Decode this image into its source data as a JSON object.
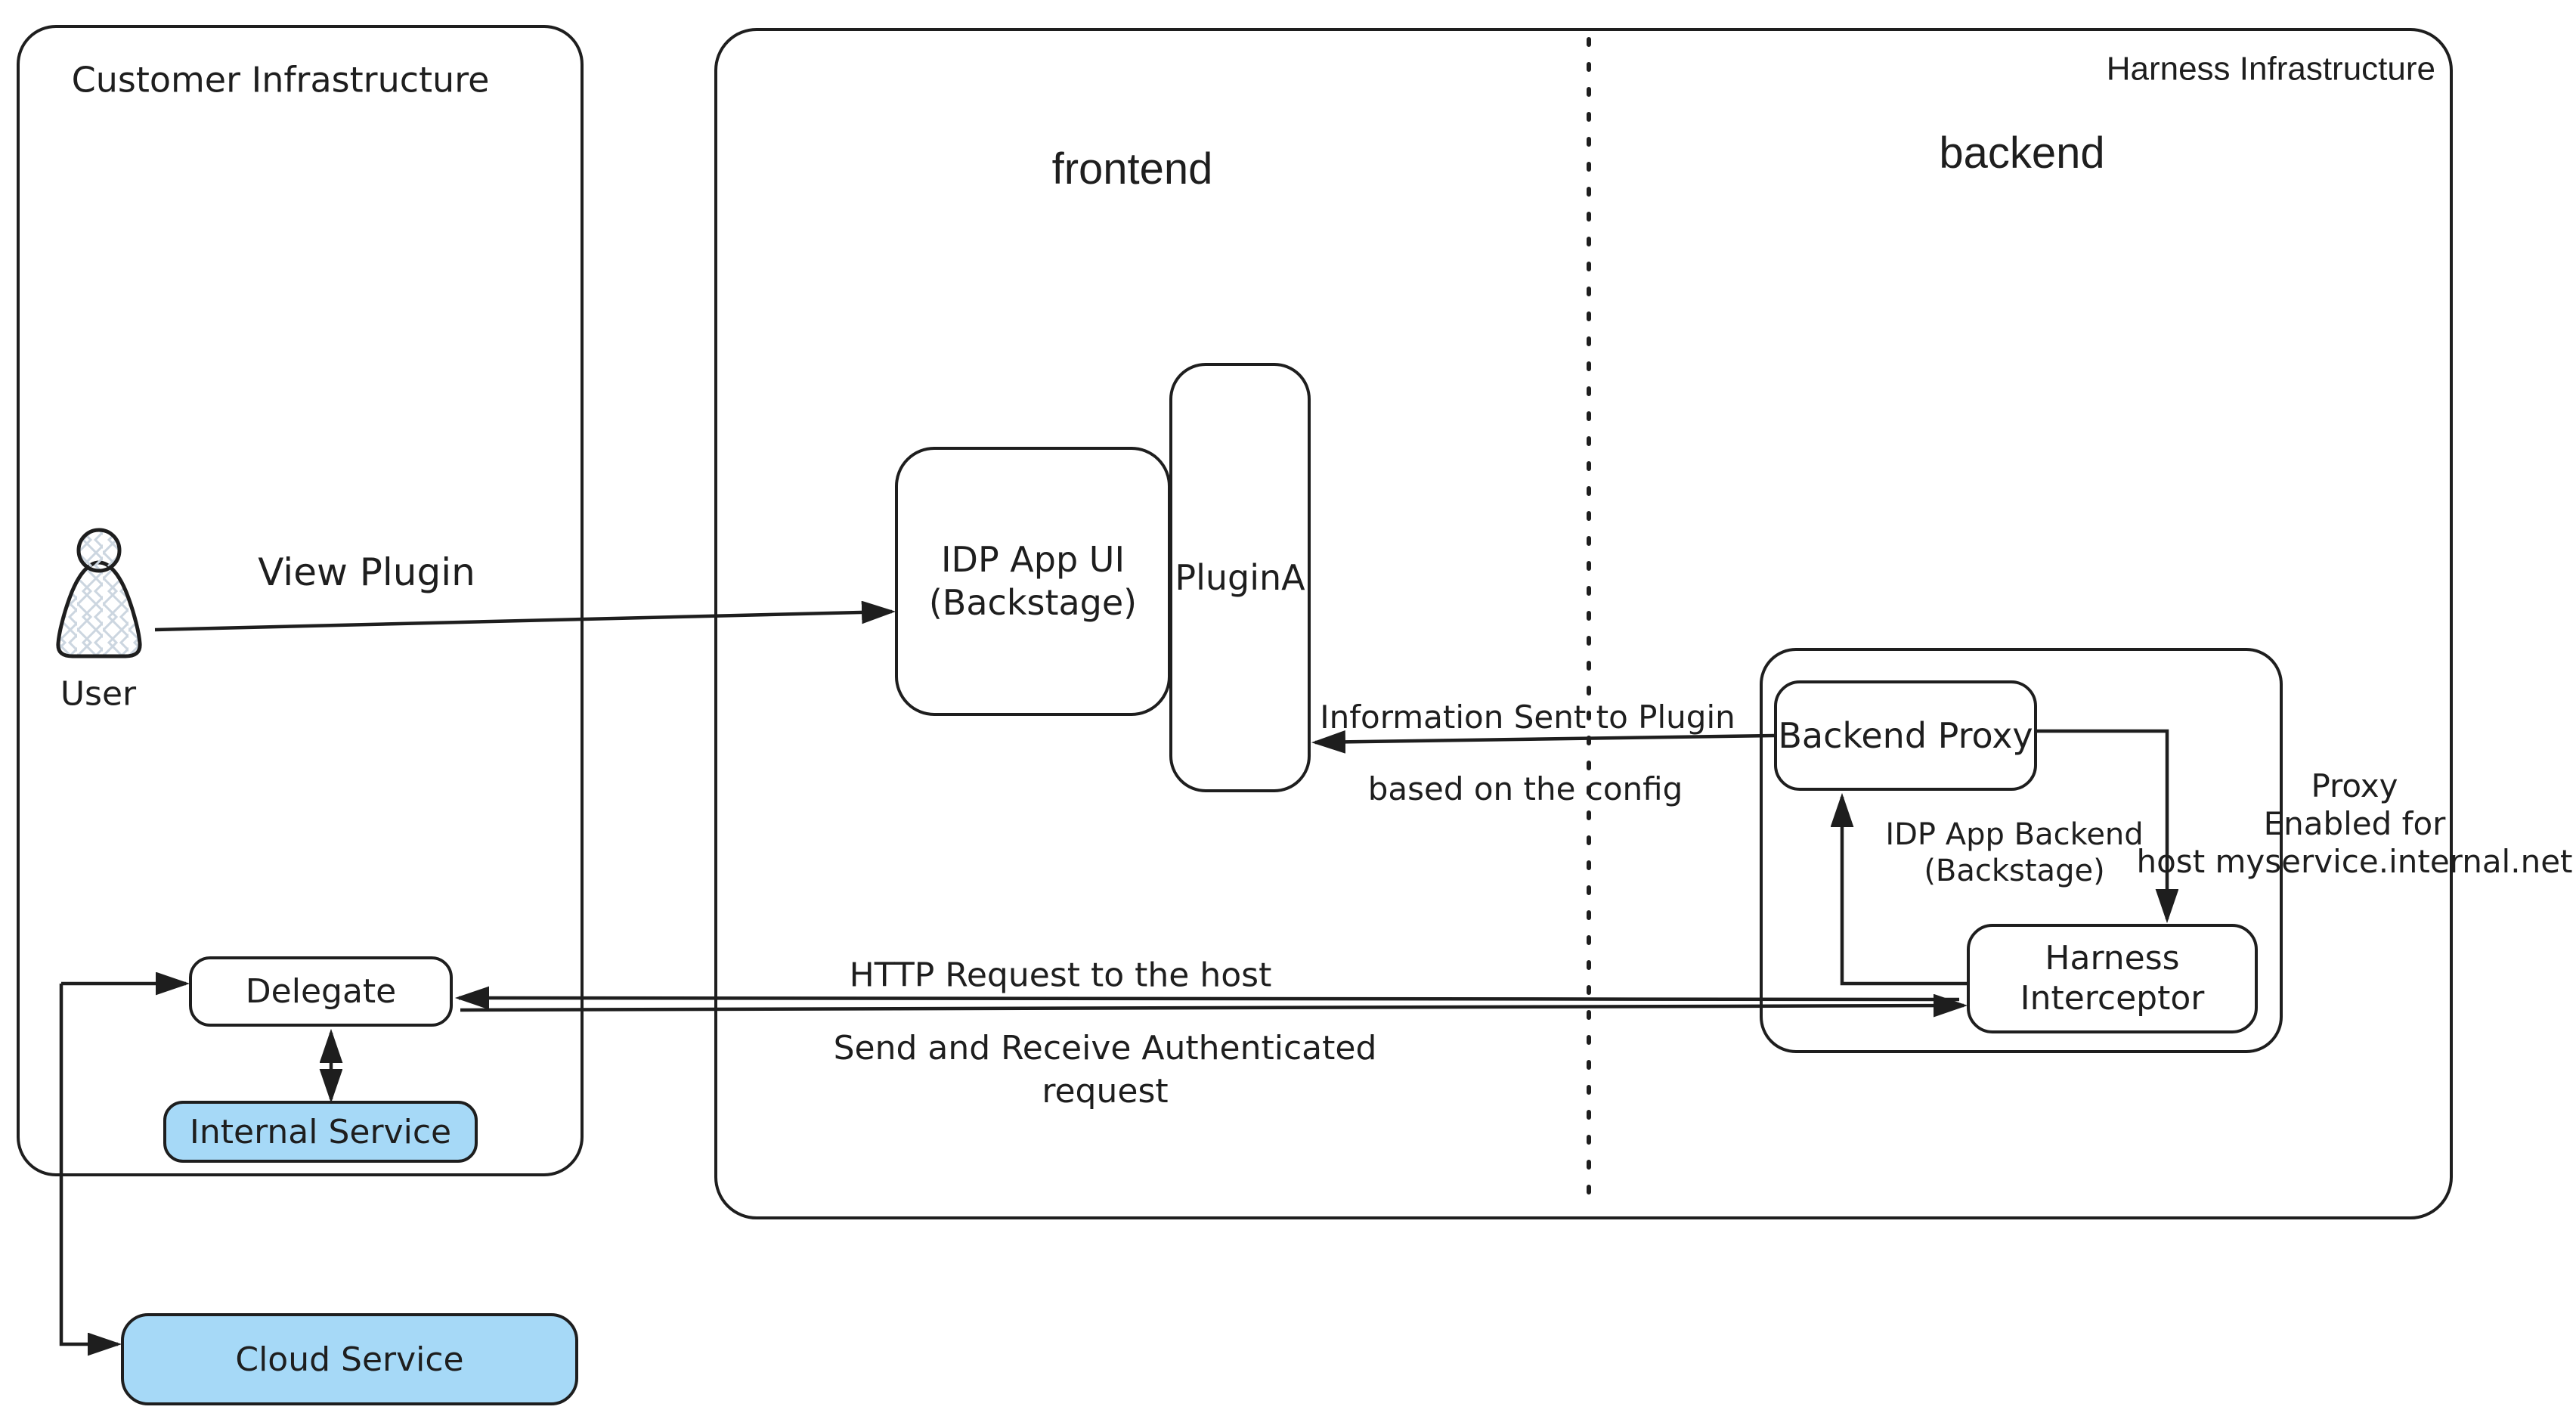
{
  "title": "IDP plugin proxy architecture diagram",
  "regions": {
    "customer": {
      "label": "Customer Infrastructure"
    },
    "harness": {
      "label": "Harness Infrastructure",
      "frontend_label": "frontend",
      "backend_label": "backend"
    }
  },
  "nodes": {
    "user": {
      "label": "User",
      "icon": "person-icon"
    },
    "idp_app_ui": {
      "line1": "IDP App UI",
      "line2": "(Backstage)"
    },
    "plugin_a": {
      "label": "PluginA"
    },
    "backend_container": {
      "line1": "IDP App Backend",
      "line2": "(Backstage)"
    },
    "backend_proxy": {
      "label": "Backend Proxy"
    },
    "harness_interceptor": {
      "line1": "Harness",
      "line2": "Interceptor"
    },
    "delegate": {
      "label": "Delegate"
    },
    "internal_service": {
      "label": "Internal Service"
    },
    "cloud_service": {
      "label": "Cloud Service"
    }
  },
  "edges": {
    "view_plugin": {
      "label": "View Plugin"
    },
    "info_to_plugin": {
      "line1": "Information Sent to Plugin",
      "line2": "based on the config"
    },
    "http_request": {
      "label": "HTTP Request to the host"
    },
    "auth_request": {
      "line1": "Send and Receive Authenticated",
      "line2": "request"
    },
    "proxy_enabled": {
      "line1": "Proxy",
      "line2": "Enabled for",
      "line3": "host myservice.internal.net"
    }
  },
  "colors": {
    "stroke": "#1e1e1e",
    "service_fill": "#a6d9f7",
    "hatch": "#ccd6e0",
    "bg": "#ffffff"
  }
}
